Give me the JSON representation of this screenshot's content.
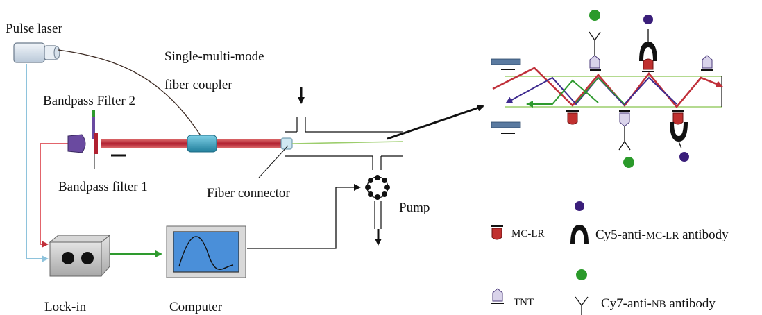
{
  "labels": {
    "pulse_laser": "Pulse laser",
    "coupler_line1": "Single-multi-mode",
    "coupler_line2": "fiber coupler",
    "bandpass_filter_2": "Bandpass Filter 2",
    "bandpass_filter_1": "Bandpass filter 1",
    "fiber_connector": "Fiber connector",
    "pump": "Pump",
    "lock_in": "Lock-in",
    "computer": "Computer"
  },
  "legend": {
    "mc_lr": "MC-LR",
    "cy5_antibody_prefix": "Cy5-anti-",
    "cy5_antibody_sub": "MC-LR",
    "cy5_antibody_suffix": " antibody",
    "tnt": "TNT",
    "cy7_antibody_prefix": "Cy7-anti-",
    "cy7_antibody_sub": "NB",
    "cy7_antibody_suffix": " antibody"
  },
  "colors": {
    "laser_beam": "#c0303a",
    "signal_green": "#2e9a2e",
    "probe_blue": "#3d2a8f",
    "reference_cyan": "#8ec3dc",
    "fiber_green": "#9ccd6c",
    "cy7_star": "#2a9a2a",
    "cy5_star": "#3a1e7a",
    "mc_lr_body": "#c0302f",
    "tnt_body": "#d9d3ea",
    "coupler_body": "#35a0c0",
    "filter_body": "#6a4a9a",
    "computer_screen": "#4a8fd9"
  },
  "icons": [
    "laser-head-icon",
    "filter-holder-icon",
    "coupler-icon",
    "pump-icon",
    "lock-in-icon",
    "computer-icon",
    "mc-lr-icon",
    "tnt-icon",
    "cy5-antibody-icon",
    "cy7-antibody-icon",
    "cy5-star-icon",
    "cy7-star-icon",
    "flow-arrow-icon"
  ]
}
